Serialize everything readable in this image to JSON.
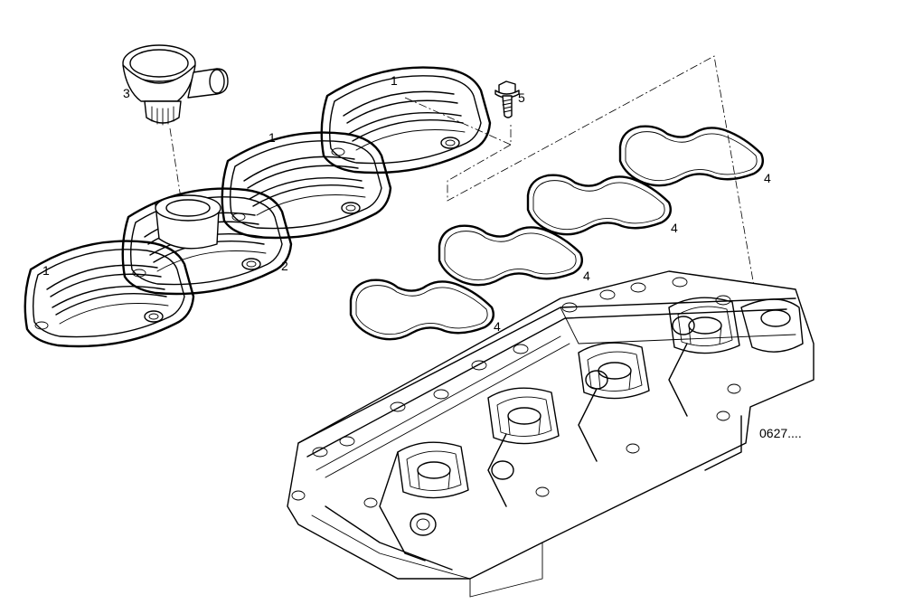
{
  "callouts": {
    "cover_a": "1",
    "cover_b": "1",
    "cover_c": "1",
    "cover_with_port": "2",
    "breather_cap": "3",
    "gasket_a": "4",
    "gasket_b": "4",
    "gasket_c": "4",
    "gasket_d": "4",
    "bolt": "5"
  },
  "drawing_ref": "0627....",
  "colors": {
    "line": "#000000",
    "background": "#ffffff"
  }
}
